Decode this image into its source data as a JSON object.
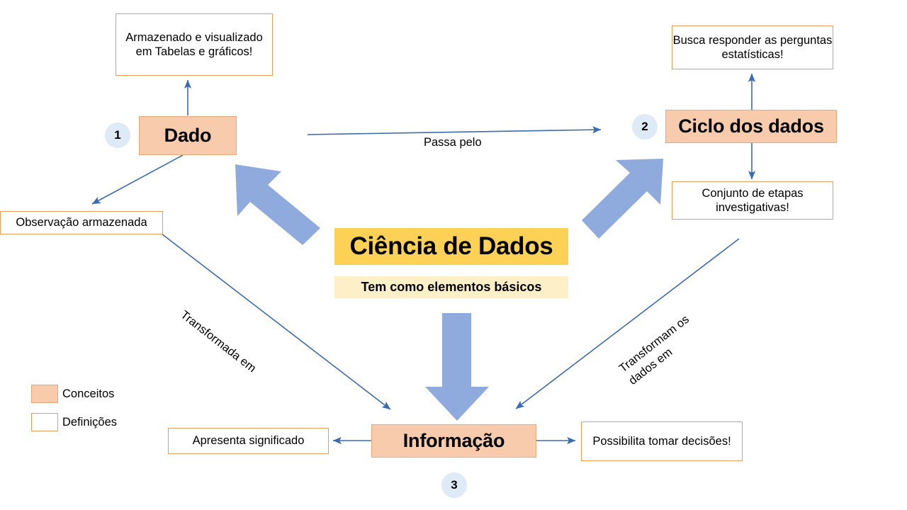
{
  "diagram": {
    "title": "Ciência de Dados",
    "subtitle": "Tem como elementos básicos",
    "concepts": [
      {
        "id": "dado",
        "label": "Dado",
        "number": "1"
      },
      {
        "id": "ciclo-dos-dados",
        "label": "Ciclo dos dados",
        "number": "2"
      },
      {
        "id": "informacao",
        "label": "Informação",
        "number": "3"
      }
    ],
    "definitions": [
      {
        "id": "armazenado-visualizado",
        "label": "Armazenado e\nvisualizado em Tabelas e\ngráficos!"
      },
      {
        "id": "observacao-armazenada",
        "label": "Observação armazenada"
      },
      {
        "id": "busca-responder",
        "label": "Busca responder as\nperguntas estatísticas!"
      },
      {
        "id": "conjunto-etapas",
        "label": "Conjunto de etapas\ninvestigativas!"
      },
      {
        "id": "apresenta-significado",
        "label": "Apresenta significado"
      },
      {
        "id": "possibilita-tomar",
        "label": "Possibilita tomar\ndecisões!"
      }
    ],
    "edge_labels": [
      {
        "id": "passa-pelo",
        "label": "Passa pelo"
      },
      {
        "id": "transformada-em",
        "label": "Transformada em"
      },
      {
        "id": "transformam-dados",
        "label": "Transformam os\ndados em"
      }
    ],
    "legend": [
      {
        "id": "conceitos",
        "label": "Conceitos",
        "color": "#F8CBAD"
      },
      {
        "id": "definicoes",
        "label": "Definições",
        "color": "#FFFFFF"
      }
    ],
    "colors": {
      "concept_fill": "#F8CBAD",
      "concept_border": "#E8A87C",
      "definition_border": "#ED9B59",
      "title_fill": "#FCD155",
      "subtitle_fill": "#FDEFC8",
      "block_arrow": "#8FAADC",
      "thin_arrow": "#3A6BB0",
      "circle_fill": "#DEEAF6"
    }
  }
}
